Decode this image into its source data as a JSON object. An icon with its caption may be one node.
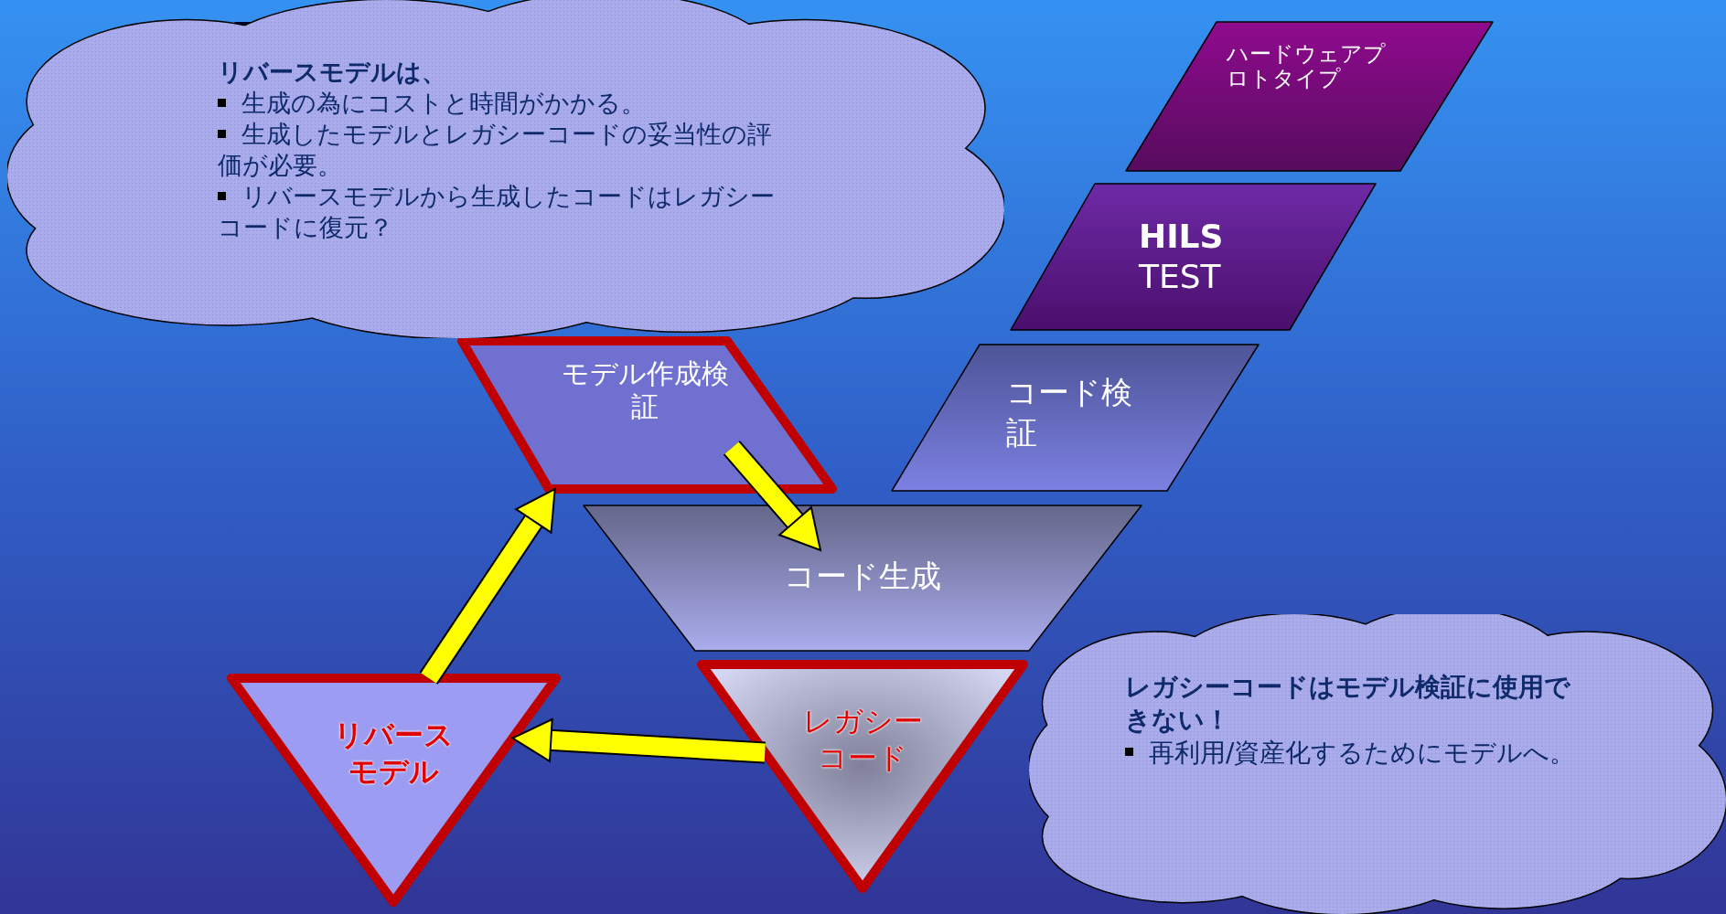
{
  "diagram": {
    "nodes": [
      {
        "text": [
          "リバースモデルは、",
          "生成の為にコストと時間がかかる。",
          "生成したモデルとレガシーコードの妥当性の評価が必要。",
          "リバースモデルから生成したコードはレガシーコードに復元？"
        ]
      },
      {
        "text": [
          "ハードウェアプロトタイプ"
        ]
      },
      {
        "text": [
          "**HILS** TEST"
        ]
      },
      {
        "text": [
          "コード検証"
        ]
      },
      {
        "text": [
          "モデル作成検証"
        ]
      },
      {
        "text": [
          "コード生成"
        ]
      },
      {
        "text": [
          "リバースモデル"
        ]
      },
      {
        "text": [
          "レガシーコード"
        ]
      },
      {
        "text": [
          "レガシーコードはモデル検証に使用できない！",
          "再利用/資産化するためにモデルへ。"
        ]
      }
    ],
    "edges": [
      {
        "from": 4,
        "to": 5,
        "arrow": "to"
      },
      {
        "from": 7,
        "to": 6,
        "arrow": "to"
      },
      {
        "from": 6,
        "to": 4,
        "arrow": "to"
      }
    ]
  }
}
